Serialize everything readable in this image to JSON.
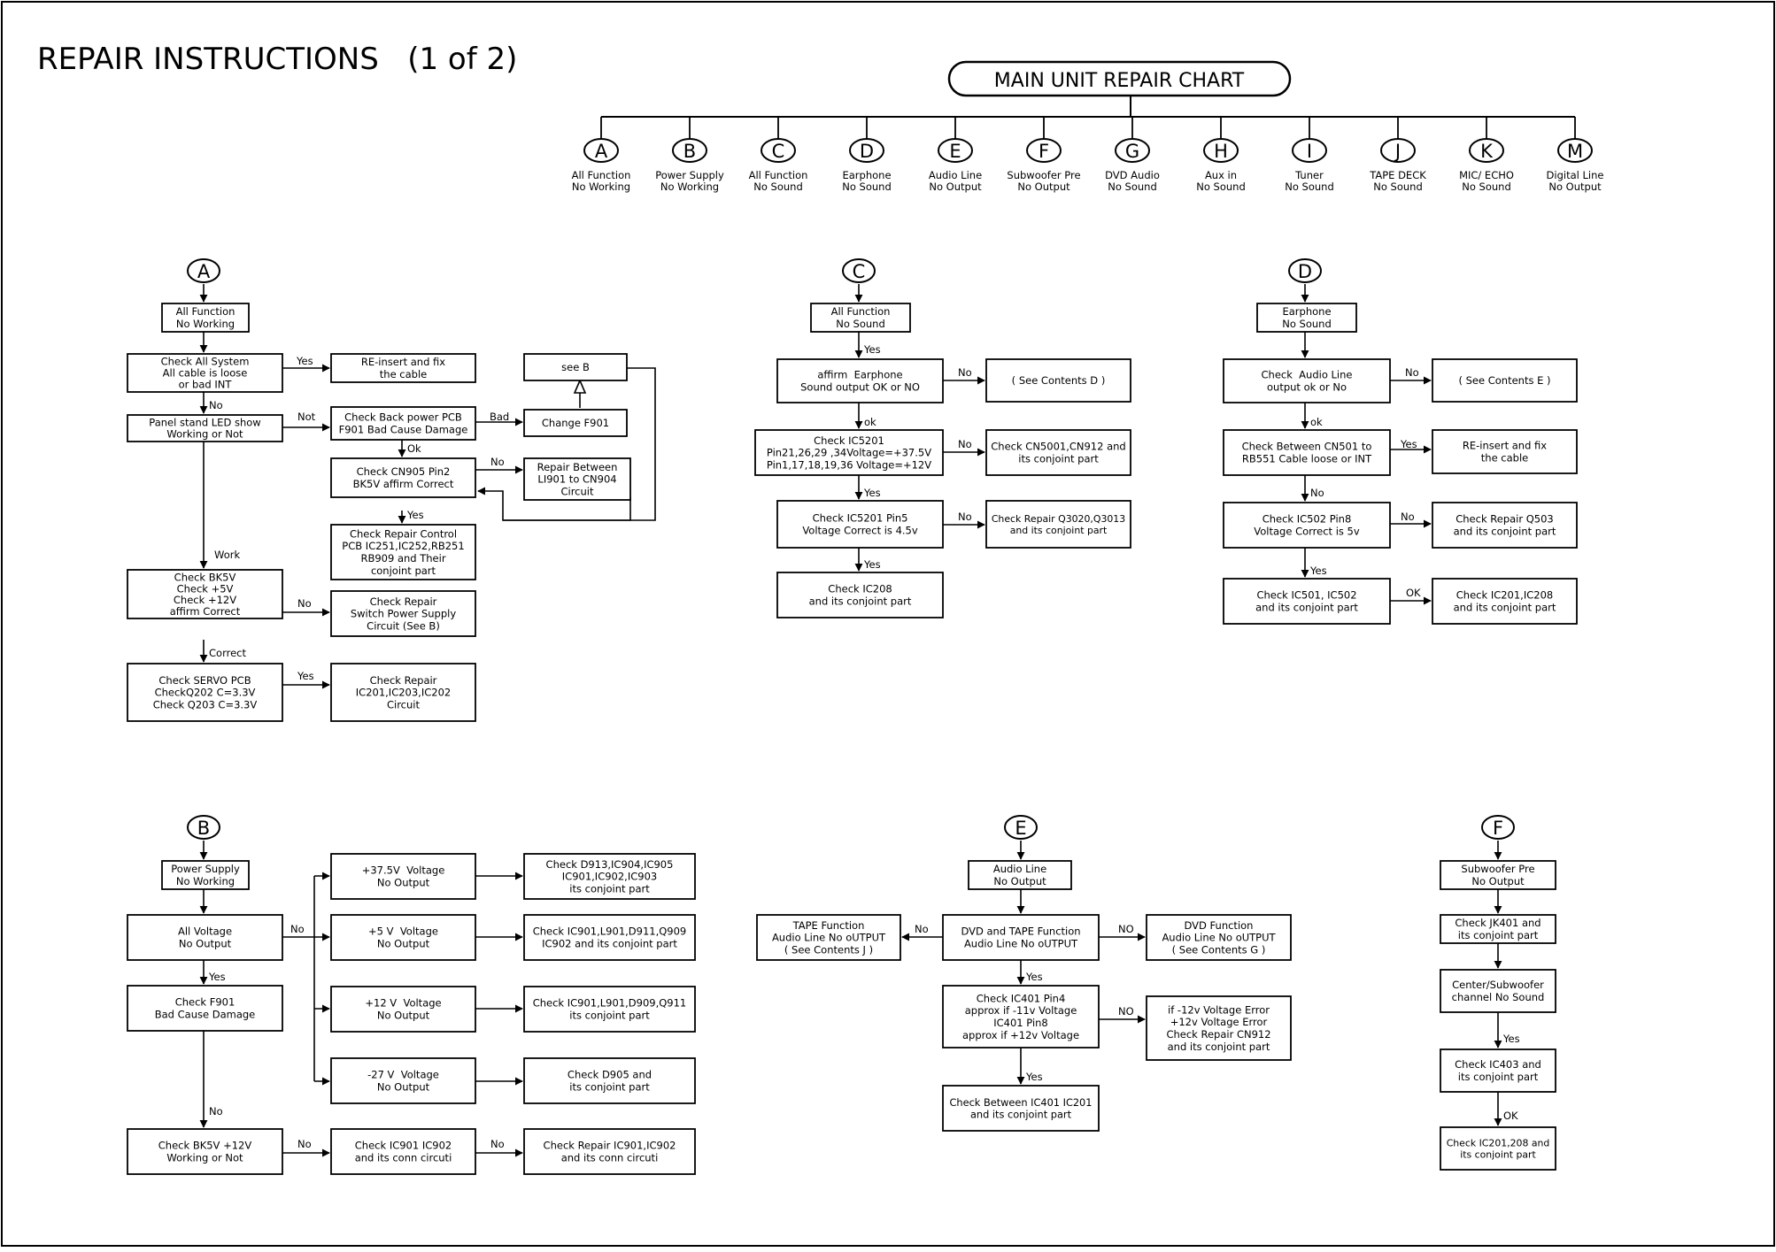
{
  "title": "REPAIR INSTRUCTIONS   (1 of 2)",
  "chart": {
    "header": "MAIN UNIT REPAIR CHART",
    "branches": [
      {
        "letter": "A",
        "lines": [
          "All Function",
          "No Working"
        ]
      },
      {
        "letter": "B",
        "lines": [
          "Power Supply",
          "No Working"
        ]
      },
      {
        "letter": "C",
        "lines": [
          "All Function",
          "No Sound"
        ]
      },
      {
        "letter": "D",
        "lines": [
          "Earphone",
          "No Sound"
        ]
      },
      {
        "letter": "E",
        "lines": [
          "Audio Line",
          "No Output"
        ]
      },
      {
        "letter": "F",
        "lines": [
          "Subwoofer Pre",
          "No Output"
        ]
      },
      {
        "letter": "G",
        "lines": [
          "DVD Audio",
          "No Sound"
        ]
      },
      {
        "letter": "H",
        "lines": [
          "Aux in",
          "No Sound"
        ]
      },
      {
        "letter": "I",
        "lines": [
          "Tuner",
          "No Sound"
        ]
      },
      {
        "letter": "J",
        "lines": [
          "TAPE DECK",
          "No Sound"
        ]
      },
      {
        "letter": "K",
        "lines": [
          "MIC/ ECHO",
          "No Sound"
        ]
      },
      {
        "letter": "M",
        "lines": [
          "Digital Line",
          "No Output"
        ]
      }
    ]
  },
  "nodes": [
    {
      "id": "A-start",
      "lines": [
        "All Function",
        "No Working"
      ]
    },
    {
      "id": "A-cable",
      "lines": [
        "Check All System",
        "All cable is loose",
        "or bad INT"
      ]
    },
    {
      "id": "A-reinsert",
      "lines": [
        "RE-insert and fix",
        "the cable"
      ]
    },
    {
      "id": "A-panel",
      "lines": [
        "Panel stand LED show",
        "Working or Not"
      ]
    },
    {
      "id": "A-backpcb",
      "lines": [
        "Check Back power PCB",
        "F901 Bad Cause Damage"
      ]
    },
    {
      "id": "A-seeb",
      "lines": [
        "see B"
      ]
    },
    {
      "id": "A-f901",
      "lines": [
        "Change F901"
      ]
    },
    {
      "id": "A-cn905",
      "lines": [
        "Check CN905 Pin2",
        "BK5V affirm Correct"
      ]
    },
    {
      "id": "A-repair-li901",
      "lines": [
        "Repair Between",
        "LI901 to CN904",
        "Circuit"
      ]
    },
    {
      "id": "A-control",
      "lines": [
        "Check Repair Control",
        "PCB IC251,IC252,RB251",
        "RB909 and Their",
        "conjoint part"
      ]
    },
    {
      "id": "A-bk5v",
      "lines": [
        "Check BK5V",
        "Check +5V",
        "Check +12V",
        "affirm Correct"
      ]
    },
    {
      "id": "A-switch",
      "lines": [
        "Check Repair",
        "Switch Power Supply",
        "Circuit (See B)"
      ]
    },
    {
      "id": "A-servo",
      "lines": [
        "Check SERVO PCB",
        "CheckQ202 C=3.3V",
        "Check Q203 C=3.3V"
      ]
    },
    {
      "id": "A-ic201",
      "lines": [
        "Check Repair",
        "IC201,IC203,IC202",
        "Circuit"
      ]
    },
    {
      "id": "C-start",
      "lines": [
        "All Function",
        "No Sound"
      ]
    },
    {
      "id": "C-affirm",
      "lines": [
        "affirm  Earphone",
        "Sound output OK or NO"
      ]
    },
    {
      "id": "C-seed",
      "lines": [
        "( See Contents D )"
      ]
    },
    {
      "id": "C-ic5201",
      "lines": [
        "Check IC5201",
        "Pin21,26,29 ,34Voltage=+37.5V",
        "Pin1,17,18,19,36 Voltage=+12V"
      ]
    },
    {
      "id": "C-cn5001",
      "lines": [
        "Check CN5001,CN912 and",
        "its conjoint part"
      ]
    },
    {
      "id": "C-pin5",
      "lines": [
        "Check IC5201 Pin5",
        "Voltage Correct is 4.5v"
      ]
    },
    {
      "id": "C-q3020",
      "lines": [
        "Check Repair Q3020,Q3013",
        "and its conjoint part"
      ]
    },
    {
      "id": "C-ic208",
      "lines": [
        "Check IC208",
        "and its conjoint part"
      ]
    },
    {
      "id": "D-start",
      "lines": [
        "Earphone",
        "No Sound"
      ]
    },
    {
      "id": "D-audio",
      "lines": [
        "Check  Audio Line",
        "output ok or No"
      ]
    },
    {
      "id": "D-seee",
      "lines": [
        "( See Contents E )"
      ]
    },
    {
      "id": "D-cn501",
      "lines": [
        "Check Between CN501 to",
        "RB551 Cable loose or INT"
      ]
    },
    {
      "id": "D-reinsert",
      "lines": [
        "RE-insert and fix",
        "the cable"
      ]
    },
    {
      "id": "D-ic502",
      "lines": [
        "Check IC502 Pin8",
        "Voltage Correct is 5v"
      ]
    },
    {
      "id": "D-q503",
      "lines": [
        "Check Repair Q503",
        "and its conjoint part"
      ]
    },
    {
      "id": "D-ic501",
      "lines": [
        "Check IC501, IC502",
        "and its conjoint part"
      ]
    },
    {
      "id": "D-ic201",
      "lines": [
        "Check IC201,IC208",
        "and its conjoint part"
      ]
    },
    {
      "id": "B-start",
      "lines": [
        "Power Supply",
        "No Working"
      ]
    },
    {
      "id": "B-allv",
      "lines": [
        "All Voltage",
        "No Output"
      ]
    },
    {
      "id": "B-f901",
      "lines": [
        "Check F901",
        "Bad Cause Damage"
      ]
    },
    {
      "id": "B-bk5v",
      "lines": [
        "Check BK5V +12V",
        "Working or Not"
      ]
    },
    {
      "id": "B-375",
      "lines": [
        "+37.5V  Voltage",
        "No Output"
      ]
    },
    {
      "id": "B-5",
      "lines": [
        "+5 V  Voltage",
        "No Output"
      ]
    },
    {
      "id": "B-12",
      "lines": [
        "+12 V  Voltage",
        "No Output"
      ]
    },
    {
      "id": "B-27",
      "lines": [
        "-27 V  Voltage",
        "No Output"
      ]
    },
    {
      "id": "B-d913",
      "lines": [
        "Check D913,IC904,IC905",
        "IC901,IC902,IC903",
        "its conjoint part"
      ]
    },
    {
      "id": "B-ic901a",
      "lines": [
        "Check IC901,L901,D911,Q909",
        "IC902 and its conjoint part"
      ]
    },
    {
      "id": "B-ic901b",
      "lines": [
        "Check IC901,L901,D909,Q911",
        "its conjoint part"
      ]
    },
    {
      "id": "B-d905",
      "lines": [
        "Check D905 and",
        "its conjoint part"
      ]
    },
    {
      "id": "B-ic901c",
      "lines": [
        "Check IC901 IC902",
        "and its conn circuti"
      ]
    },
    {
      "id": "B-ic901d",
      "lines": [
        "Check Repair IC901,IC902",
        "and its conn circuti"
      ]
    },
    {
      "id": "E-start",
      "lines": [
        "Audio Line",
        "No Output"
      ]
    },
    {
      "id": "E-dvdtape",
      "lines": [
        "DVD and TAPE Function",
        "Audio Line No oUTPUT"
      ]
    },
    {
      "id": "E-tape",
      "lines": [
        "TAPE Function",
        "Audio Line No oUTPUT",
        "( See Contents J )"
      ]
    },
    {
      "id": "E-dvd",
      "lines": [
        "DVD Function",
        "Audio Line No oUTPUT",
        "( See Contents G )"
      ]
    },
    {
      "id": "E-ic401",
      "lines": [
        "Check IC401 Pin4",
        "approx if -11v Voltage",
        "IC401 Pin8",
        "approx if +12v Voltage"
      ]
    },
    {
      "id": "E-error",
      "lines": [
        "if -12v Voltage Error",
        "+12v Voltage Error",
        "Check Repair CN912",
        "and its conjoint part"
      ]
    },
    {
      "id": "E-ic201",
      "lines": [
        "Check Between IC401 IC201",
        "and its conjoint part"
      ]
    },
    {
      "id": "F-start",
      "lines": [
        "Subwoofer Pre",
        "No Output"
      ]
    },
    {
      "id": "F-jk401",
      "lines": [
        "Check JK401 and",
        "its conjoint part"
      ]
    },
    {
      "id": "F-center",
      "lines": [
        "Center/Subwoofer",
        "channel No Sound"
      ]
    },
    {
      "id": "F-ic403",
      "lines": [
        "Check IC403 and",
        "its conjoint part"
      ]
    },
    {
      "id": "F-ic201",
      "lines": [
        "Check IC201,208 and",
        "its conjoint part"
      ]
    }
  ],
  "circles": [
    {
      "id": "A",
      "letter": "A"
    },
    {
      "id": "B",
      "letter": "B"
    },
    {
      "id": "C",
      "letter": "C"
    },
    {
      "id": "D",
      "letter": "D"
    },
    {
      "id": "E",
      "letter": "E"
    },
    {
      "id": "F",
      "letter": "F"
    }
  ],
  "labels": {
    "A1": "Yes",
    "A2": "No",
    "A3": "Not",
    "A4": "Bad",
    "A5": "Ok",
    "A6": "No",
    "A7": "Yes",
    "A8": "Work",
    "A9": "No",
    "A10": "Correct",
    "A11": "Yes",
    "C1": "Yes",
    "C2": "No",
    "C3": "ok",
    "C4": "No",
    "C5": "Yes",
    "C6": "No",
    "C7": "Yes",
    "D1": "No",
    "D2": "ok",
    "D3": "Yes",
    "D4": "No",
    "D5": "No",
    "D6": "Yes",
    "D7": "OK",
    "B1": "No",
    "B2": "Yes",
    "B3": "No",
    "B4": "No",
    "B5": "No",
    "E1": "No",
    "E2": "NO",
    "E3": "Yes",
    "E4": "NO",
    "E5": "Yes",
    "F1": "Yes",
    "F2": "OK"
  }
}
